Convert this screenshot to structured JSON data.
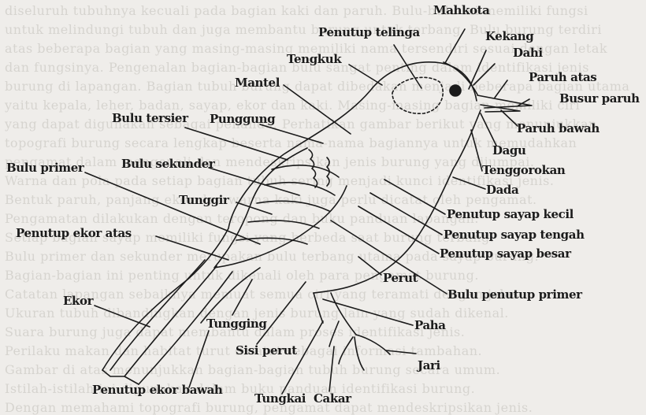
{
  "background_text": [
    "diseluruh tubuhnya kecuali pada bagian kaki dan paruh. Bulu-bulu ini memiliki fungsi",
    "untuk melindungi tubuh dan juga membantu burung untuk terbang. Bulu burung terdiri",
    "atas beberapa bagian yang masing-masing memiliki nama tersendiri sesuai dengan letak",
    "dan fungsinya. Pengenalan bagian-bagian bulu sangat penting dalam identifikasi jenis",
    "burung di lapangan. Bagian tubuh burung dapat dibedakan menjadi beberapa bagian utama",
    "yaitu kepala, leher, badan, sayap, ekor dan kaki. Masing-masing bagian memiliki ciri",
    "yang dapat digunakan sebagai penanda. Perhatikan gambar berikut yang menunjukkan",
    "topografi burung secara lengkap beserta nama-nama bagiannya untuk memudahkan",
    "pengamat dalam mengenali dan mendeskripsikan jenis burung yang dijumpai.",
    "Warna dan pola pada setiap bagian tubuh sering menjadi kunci identifikasi jenis.",
    "Bentuk paruh, panjang ekor dan warna kaki juga perlu dicatat oleh pengamat.",
    "Pengamatan dilakukan dengan teropong dan buku panduan lapangan.",
    "Setiap bagian sayap memiliki fungsi yang berbeda saat burung terbang.",
    "Bulu primer dan sekunder merupakan bulu terbang utama pada sayap burung.",
    "Bagian-bagian ini penting untuk dikenali oleh para pengamat burung.",
    "Catatan lapangan sebaiknya memuat semua ciri yang teramati dengan jelas.",
    "Ukuran tubuh dibandingkan dengan jenis burung lain yang sudah dikenal.",
    "Suara burung juga dapat membantu dalam proses identifikasi jenis.",
    "Perilaku makan dan habitat turut dicatat sebagai informasi tambahan.",
    "Gambar di atas menunjukkan bagian-bagian tubuh burung secara umum.",
    "Istilah-istilah ini digunakan dalam buku panduan identifikasi burung.",
    "Dengan memahami topografi burung, pengamat dapat mendeskripsikan jenis."
  ],
  "labels": {
    "mahkota": "Mahkota",
    "penutup_telinga": "Penutup telinga",
    "kekang": "Kekang",
    "dahi": "Dahi",
    "tengkuk": "Tengkuk",
    "paruh_atas": "Paruh atas",
    "busur_paruh": "Busur paruh",
    "mantel": "Mantel",
    "paruh_bawah": "Paruh bawah",
    "bulu_tersier": "Bulu tersier",
    "punggung": "Punggung",
    "dagu": "Dagu",
    "tenggorokan": "Tenggorokan",
    "bulu_primer": "Bulu primer",
    "bulu_sekunder": "Bulu sekunder",
    "dada": "Dada",
    "tunggir": "Tunggir",
    "penutup_sayap_kecil": "Penutup sayap kecil",
    "penutup_ekor_atas": "Penutup ekor atas",
    "penutup_sayap_tengah": "Penutup sayap tengah",
    "penutup_sayap_besar": "Penutup sayap besar",
    "perut": "Perut",
    "bulu_penutup_primer": "Bulu penutup primer",
    "ekor": "Ekor",
    "tungging": "Tungging",
    "paha": "Paha",
    "sisi_perut": "Sisi perut",
    "jari": "Jari",
    "penutup_ekor_bawah": "Penutup ekor bawah",
    "tungkai": "Tungkai",
    "cakar": "Cakar"
  }
}
